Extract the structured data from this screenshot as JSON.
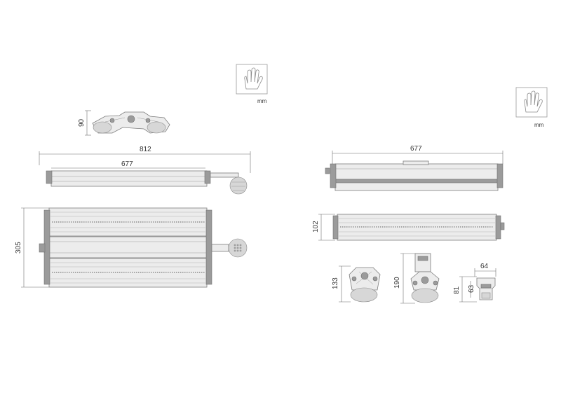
{
  "page_background": "#ffffff",
  "line_color": "#8a8a8a",
  "left_sheet": {
    "unit_icon": "hand-icon",
    "unit_label": "mm",
    "dims": {
      "top_height": "90",
      "overall_length": "812",
      "body_length": "677",
      "overall_height": "305"
    }
  },
  "right_sheet": {
    "unit_icon": "hand-icon",
    "unit_label": "mm",
    "dims": {
      "body_length": "677",
      "body_height": "102",
      "end_view_height": "133",
      "bracket_view_height": "190",
      "profile_width": "64",
      "profile_height_outer": "81",
      "profile_height_inner": "63"
    }
  }
}
